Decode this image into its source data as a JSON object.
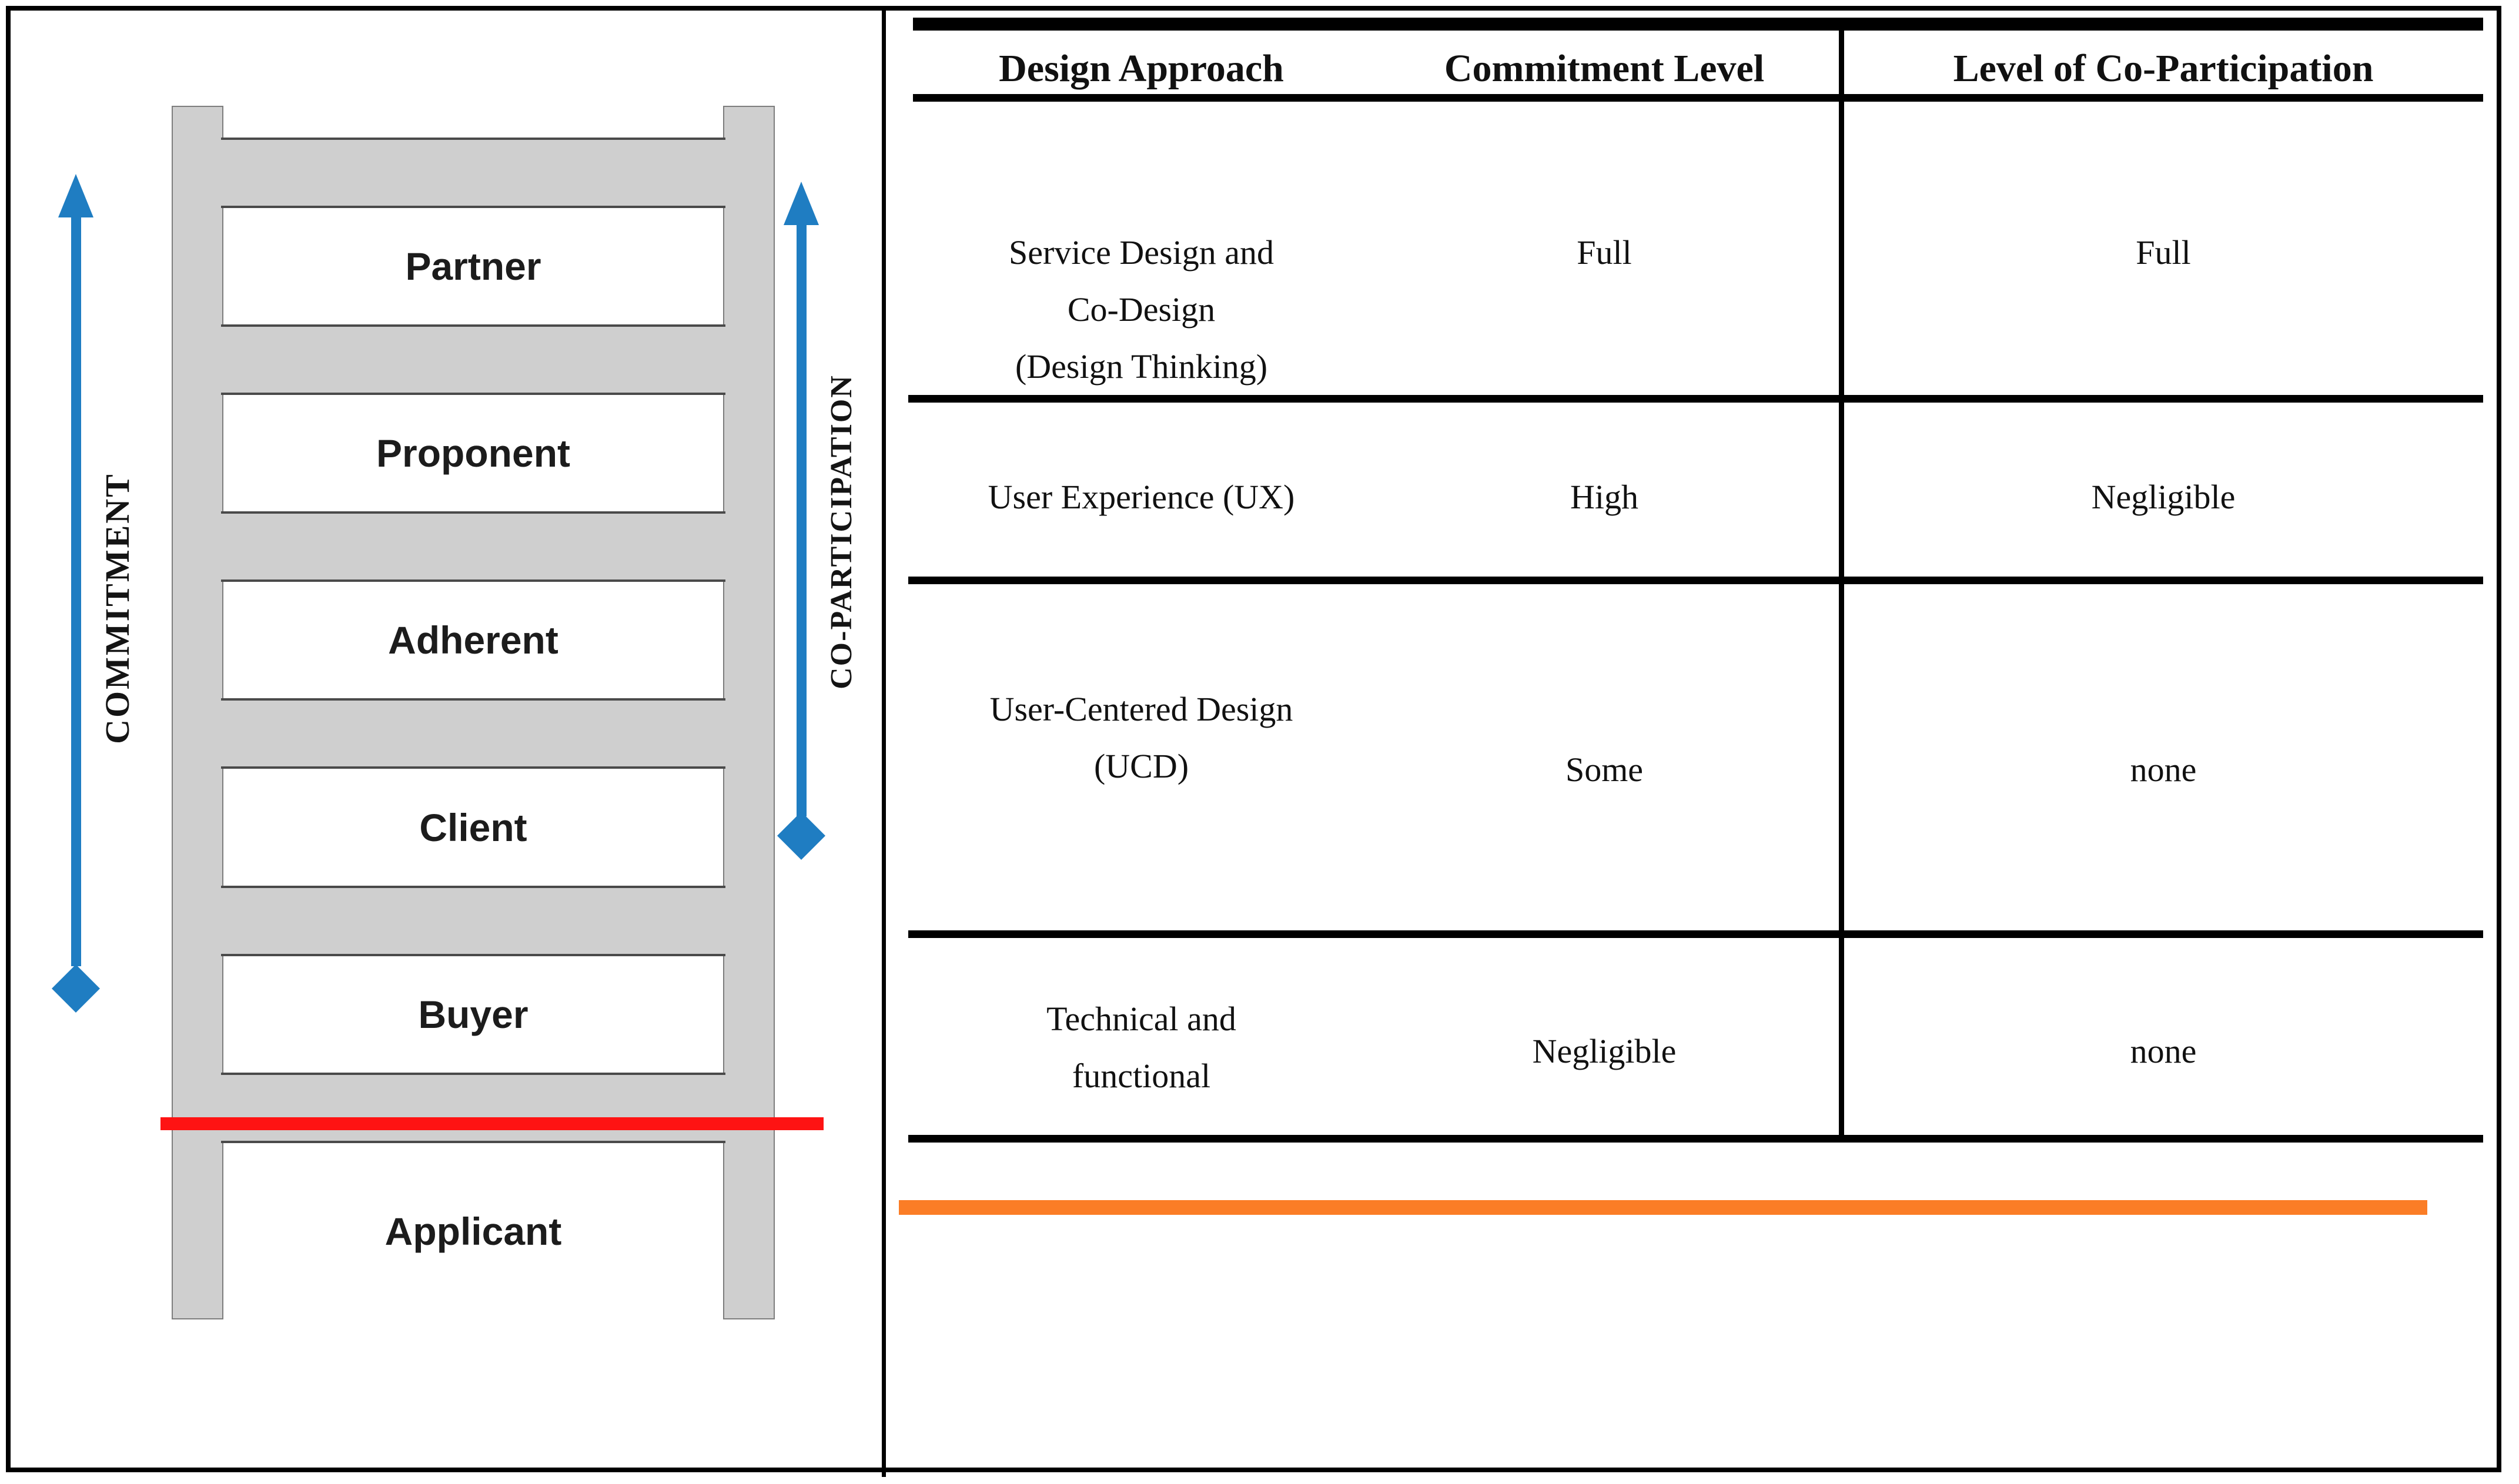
{
  "left_panel": {
    "commitment_label": "COMMITMENT",
    "co_participation_label": "CO-PARTICIPATION",
    "ladder_levels": [
      "Partner",
      "Proponent",
      "Adherent",
      "Client",
      "Buyer",
      "Applicant"
    ],
    "colors": {
      "arrow_blue": "#1f7dc2",
      "ladder_gray": "#cfcfcf",
      "threshold_red": "#fe1313"
    }
  },
  "table": {
    "headers": [
      "Design Approach",
      "Commitment Level",
      "Level of Co-Participation"
    ],
    "rows": [
      {
        "design_approach": [
          "Service Design and",
          "Co-Design",
          "(Design Thinking)"
        ],
        "commitment_level": "Full",
        "co_participation": "Full"
      },
      {
        "design_approach": [
          "User Experience (UX)"
        ],
        "commitment_level": "High",
        "co_participation": "Negligible"
      },
      {
        "design_approach": [
          "User-Centered Design",
          "(UCD)"
        ],
        "commitment_level": "Some",
        "co_participation": "none"
      },
      {
        "design_approach": [
          "Technical and",
          "functional"
        ],
        "commitment_level": "Negligible",
        "co_participation": "none"
      }
    ],
    "accent_bar_color": "#fb7d26"
  }
}
